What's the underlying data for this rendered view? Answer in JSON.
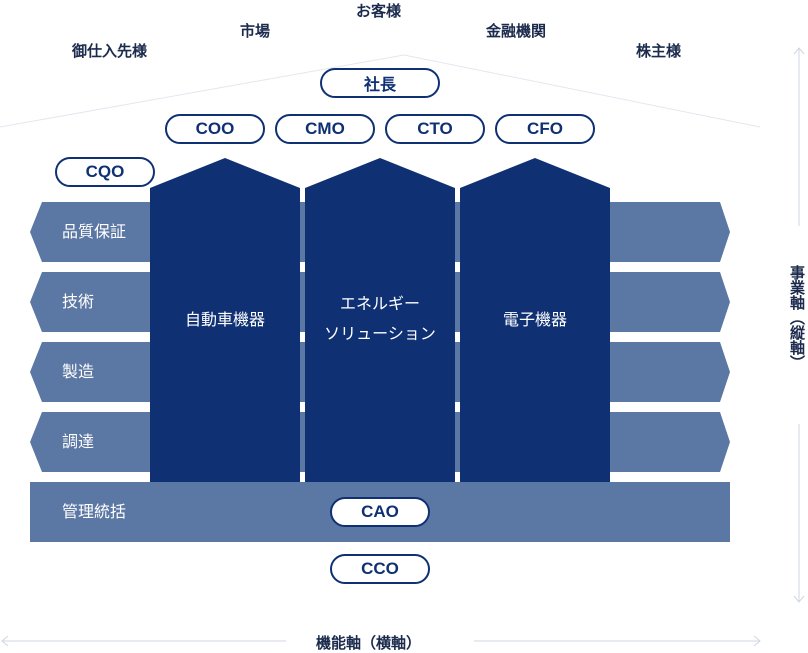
{
  "stakeholders": {
    "customers": "お客様",
    "market": "市場",
    "financial_institutions": "金融機関",
    "suppliers": "御仕入先様",
    "shareholders": "株主様"
  },
  "executives": {
    "president": "社長",
    "coo": "COO",
    "cmo": "CMO",
    "cto": "CTO",
    "cfo": "CFO",
    "cqo": "CQO",
    "cao": "CAO",
    "cco": "CCO"
  },
  "functions": [
    "品質保証",
    "技術",
    "製造",
    "調達",
    "管理統括"
  ],
  "businesses": {
    "automotive": [
      "自動車機器"
    ],
    "energy": [
      "エネルギー",
      "ソリューション"
    ],
    "electronics": [
      "電子機器"
    ]
  },
  "axes": {
    "horizontal": "機能軸（横軸）",
    "vertical": "事業軸（縦軸）"
  },
  "colors": {
    "pillar": "#0f3174",
    "bar": "#5b77a3",
    "pill_border": "#0f3174",
    "stakeholder_text": "#1c2b4d",
    "arrow": "#cfd6e2"
  }
}
